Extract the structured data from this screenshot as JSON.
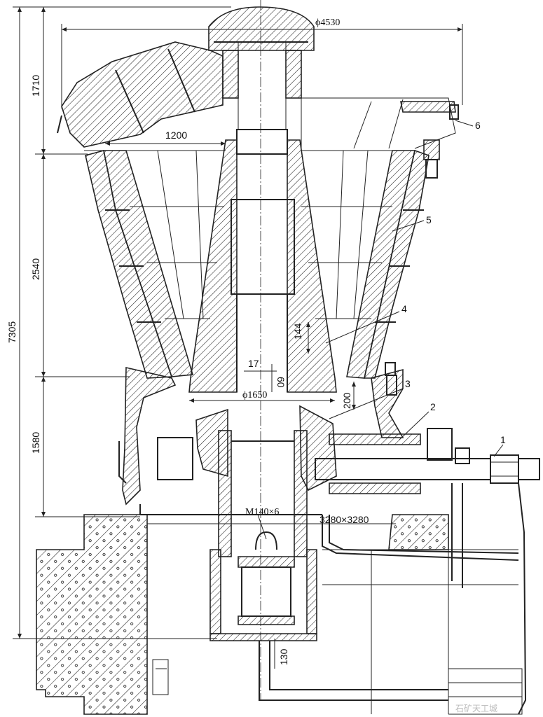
{
  "dimensions": {
    "overall_height": "7305",
    "top_height": "1710",
    "mid_height": "2540",
    "low_height": "1580",
    "top_diameter": "ϕ4530",
    "spider_width": "1200",
    "shaft_diameter": "ϕ1650",
    "foundation_opening": "3280×3280",
    "thread": "M140×6",
    "eccentric_offset": "17",
    "dim_60": "60",
    "dim_144": "144",
    "dim_200": "200",
    "dim_130": "130"
  },
  "part_labels": [
    "1",
    "2",
    "3",
    "4",
    "5",
    "6"
  ],
  "watermark": "石矿天工城"
}
